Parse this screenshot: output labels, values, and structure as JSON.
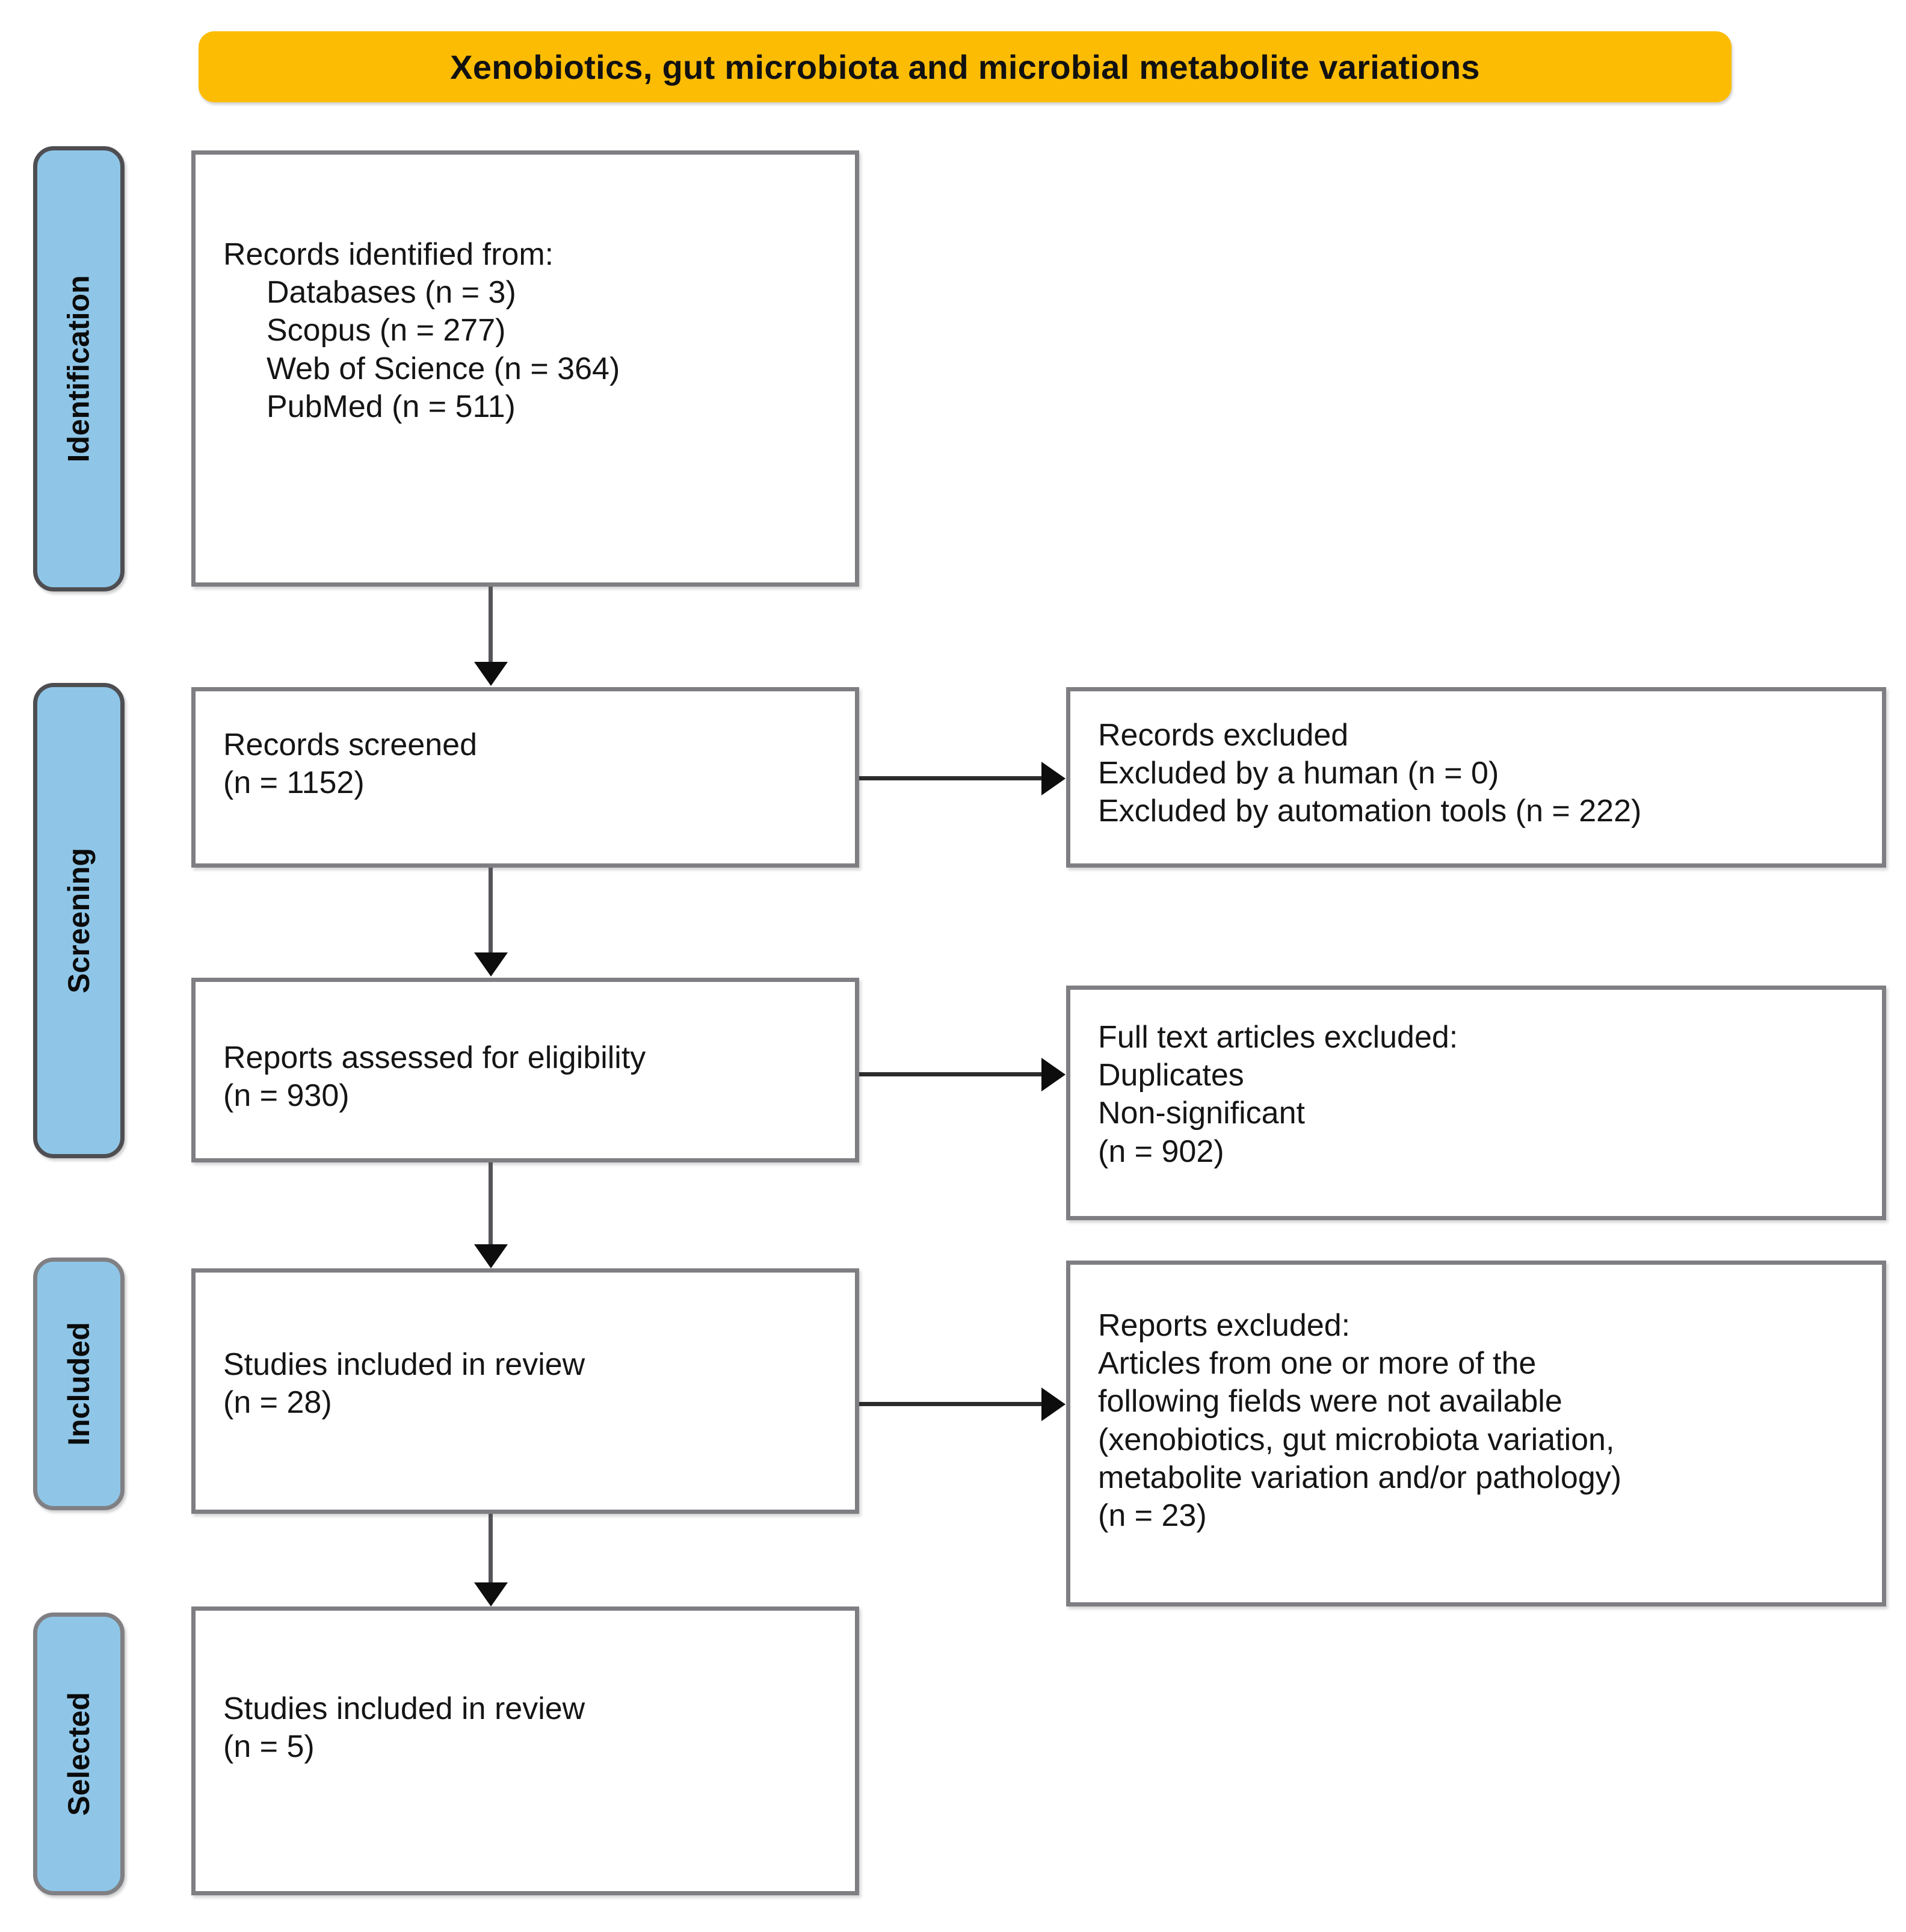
{
  "title": {
    "text": "Xenobiotics, gut microbiota and microbial metabolite variations",
    "bg_color": "#FCBC04"
  },
  "stages": [
    {
      "label": "Identification"
    },
    {
      "label": "Screening"
    },
    {
      "label": "Included"
    },
    {
      "label": "Selected"
    }
  ],
  "boxes": {
    "identification": {
      "lines": [
        "Records identified from:",
        "Databases (n = 3)",
        "Scopus (n = 277)",
        "Web of Science (n = 364)",
        "PubMed (n = 511)"
      ]
    },
    "records_screened": {
      "lines": [
        "Records screened",
        "(n = 1152)"
      ]
    },
    "records_excluded": {
      "lines": [
        "Records excluded",
        "Excluded by a human (n = 0)",
        "Excluded by automation tools (n = 222)"
      ]
    },
    "reports_assessed": {
      "lines": [
        "Reports assessed for eligibility",
        "(n = 930)"
      ]
    },
    "fulltext_excluded": {
      "lines": [
        "Full text articles excluded:",
        "Duplicates",
        "Non-significant",
        "(n = 902)"
      ]
    },
    "studies_included": {
      "lines": [
        "Studies included in review",
        "(n = 28)"
      ]
    },
    "reports_excluded": {
      "lines": [
        "Reports excluded:",
        "Articles from one or more of the",
        "following fields were not available",
        "(xenobiotics, gut microbiota variation,",
        "metabolite variation and/or pathology)",
        "(n = 23)"
      ]
    },
    "studies_selected": {
      "lines": [
        "Studies included in review",
        "(n = 5)"
      ]
    }
  },
  "colors": {
    "banner": "#FCBC04",
    "stage_tab": "#8FC6E8",
    "box_border": "#7F7F83",
    "connector": "#2b2b2b"
  }
}
